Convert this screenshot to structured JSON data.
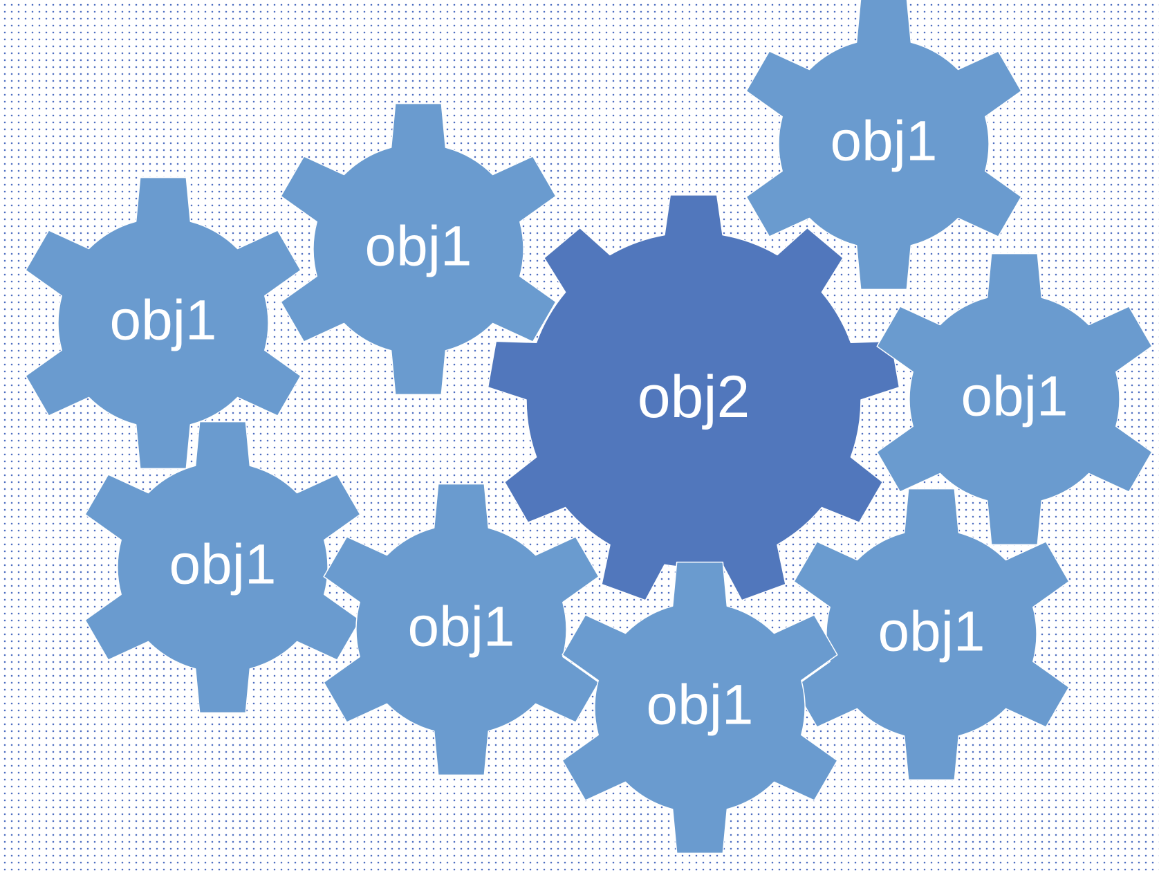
{
  "diagram": {
    "colors": {
      "small_gear": "#6a9bcf",
      "large_gear": "#5177bc",
      "dot_pattern": "#4f6fc1",
      "label_text": "#ffffff"
    },
    "gears": [
      {
        "id": "gear-1",
        "label": "obj1",
        "kind": "small"
      },
      {
        "id": "gear-2",
        "label": "obj1",
        "kind": "small"
      },
      {
        "id": "gear-3",
        "label": "obj1",
        "kind": "small"
      },
      {
        "id": "gear-4",
        "label": "obj2",
        "kind": "large"
      },
      {
        "id": "gear-5",
        "label": "obj1",
        "kind": "small"
      },
      {
        "id": "gear-6",
        "label": "obj1",
        "kind": "small"
      },
      {
        "id": "gear-7",
        "label": "obj1",
        "kind": "small"
      },
      {
        "id": "gear-8",
        "label": "obj1",
        "kind": "small"
      },
      {
        "id": "gear-9",
        "label": "obj1",
        "kind": "small"
      }
    ]
  }
}
